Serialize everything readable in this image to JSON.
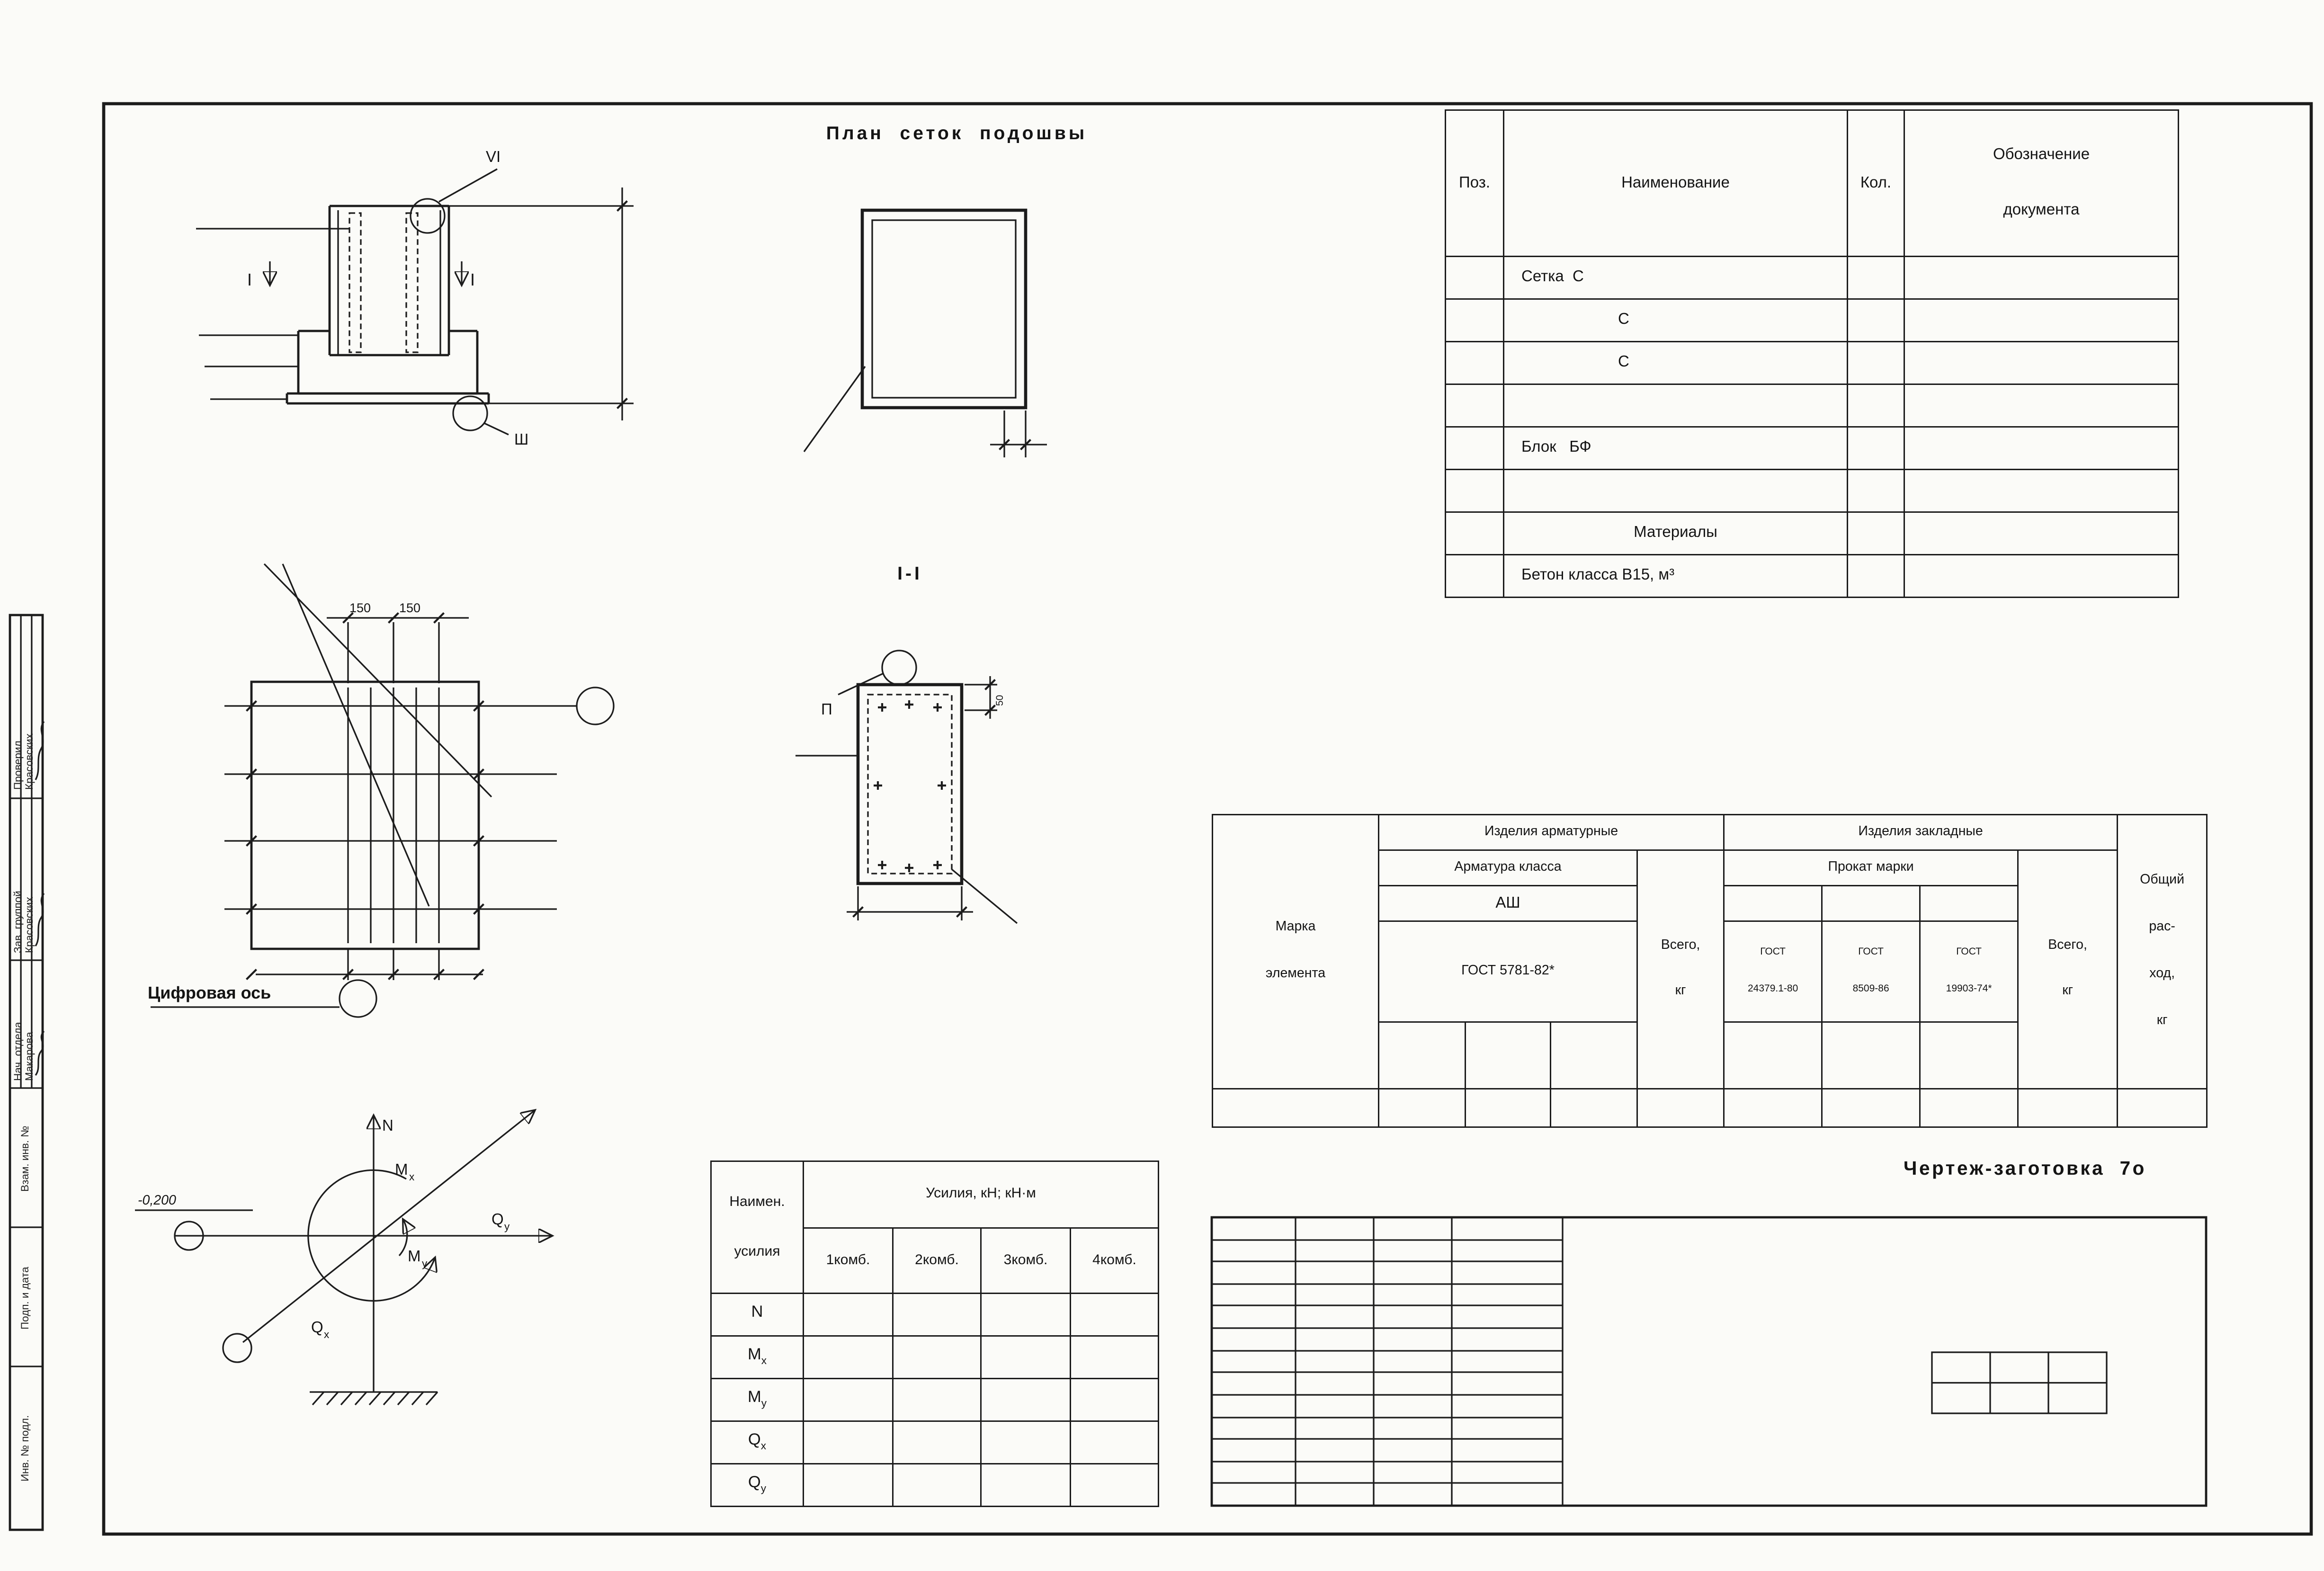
{
  "titles": {
    "plan_meshes": "План  сеток  подошвы",
    "section": "I-I",
    "digital_axis": "Цифровая ось",
    "sketch": "Чертеж-заготовка  7о"
  },
  "elevation": {
    "callout_top": "VI",
    "callout_bottom": "Ш",
    "section_mark": "I"
  },
  "section_view": {
    "view_mark": "П",
    "dim_wall": "50"
  },
  "plan_view": {
    "dim_a": "150",
    "dim_b": "150"
  },
  "force_diagram": {
    "elevation_mark": "-0,200",
    "axis_vertical": "N",
    "axis_horizontal_main": "Q",
    "axis_horizontal_sub": "у",
    "axis_diagonal_main": "Q",
    "axis_diagonal_sub": "х",
    "moment_x_main": "M",
    "moment_x_sub": "х",
    "moment_y_main": "M",
    "moment_y_sub": "у"
  },
  "spec_table": {
    "header": {
      "pos": "Поз.",
      "name": "Наименование",
      "qty": "Кол.",
      "doc_line1": "Обозначение",
      "doc_line2": "документа"
    },
    "rows": [
      "Сетка  С",
      "С",
      "С",
      "",
      "Блок   БФ",
      "",
      "Материалы",
      "Бетон класса В15, м³"
    ]
  },
  "rebar_table": {
    "marka_line1": "Марка",
    "marka_line2": "элемента",
    "group_reinforcement": "Изделия арматурные",
    "group_embedded": "Изделия закладные",
    "reinforcement_class": "Арматура класса",
    "class_value": "АШ",
    "class_gost": "ГОСТ 5781-82*",
    "total1_line1": "Всего,",
    "total1_line2": "кг",
    "rolled_grade": "Прокат марки",
    "gost1_line1": "ГОСТ",
    "gost1_line2": "24379.1-80",
    "gost2_line1": "ГОСТ",
    "gost2_line2": "8509-86",
    "gost3_line1": "ГОСТ",
    "gost3_line2": "19903-74*",
    "total2_line1": "Всего,",
    "total2_line2": "кг",
    "overall_line1": "Общий",
    "overall_line2": "рас-",
    "overall_line3": "ход,",
    "overall_line4": "кг"
  },
  "forces_table": {
    "name_line1": "Наимен.",
    "name_line2": "усилия",
    "units_header": "Усилия, кН; кН·м",
    "combos": [
      "1комб.",
      "2комб.",
      "3комб.",
      "4комб."
    ],
    "rows": [
      {
        "main": "N",
        "sub": ""
      },
      {
        "main": "M",
        "sub": "х"
      },
      {
        "main": "M",
        "sub": "у"
      },
      {
        "main": "Q",
        "sub": "х"
      },
      {
        "main": "Q",
        "sub": "у"
      }
    ]
  },
  "side_stamp": {
    "rows": [
      {
        "role": "Проверил",
        "name": "Красовских"
      },
      {
        "role": "Зав. группой",
        "name": "Красовских"
      },
      {
        "role": "Нач. отдела",
        "name": "Макарова"
      }
    ],
    "boxes": [
      "Взам. инв. №",
      "Подп. и дата",
      "Инв. № подл."
    ]
  }
}
